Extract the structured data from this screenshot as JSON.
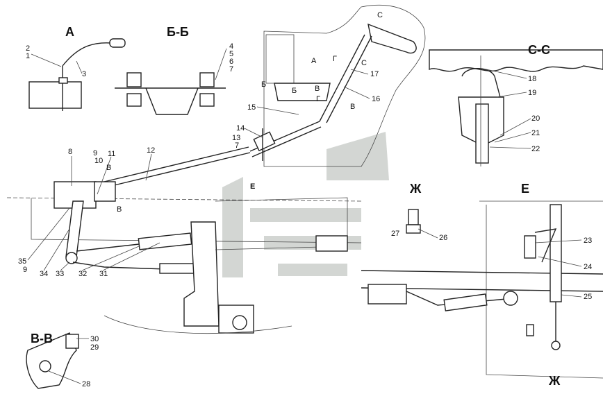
{
  "views": {
    "view_a": "А",
    "section_bb": "Б-Б",
    "section_cc": "С-С",
    "view_zh": "Ж",
    "view_e": "Е",
    "section_vv": "В-В"
  },
  "callouts": [
    "1",
    "2",
    "3",
    "4",
    "5",
    "6",
    "7",
    "8",
    "9",
    "10",
    "11",
    "12",
    "13",
    "14",
    "15",
    "16",
    "17",
    "18",
    "19",
    "20",
    "21",
    "22",
    "23",
    "24",
    "25",
    "26",
    "27",
    "28",
    "29",
    "30",
    "31",
    "32",
    "33",
    "34",
    "35"
  ],
  "markers": {
    "a": "А",
    "b": "Б",
    "v": "В",
    "g": "Г",
    "c": "С",
    "e": "Е",
    "zh": "Ж"
  },
  "colors": {
    "line": "#222222",
    "watermark": "#c8ccc8"
  }
}
